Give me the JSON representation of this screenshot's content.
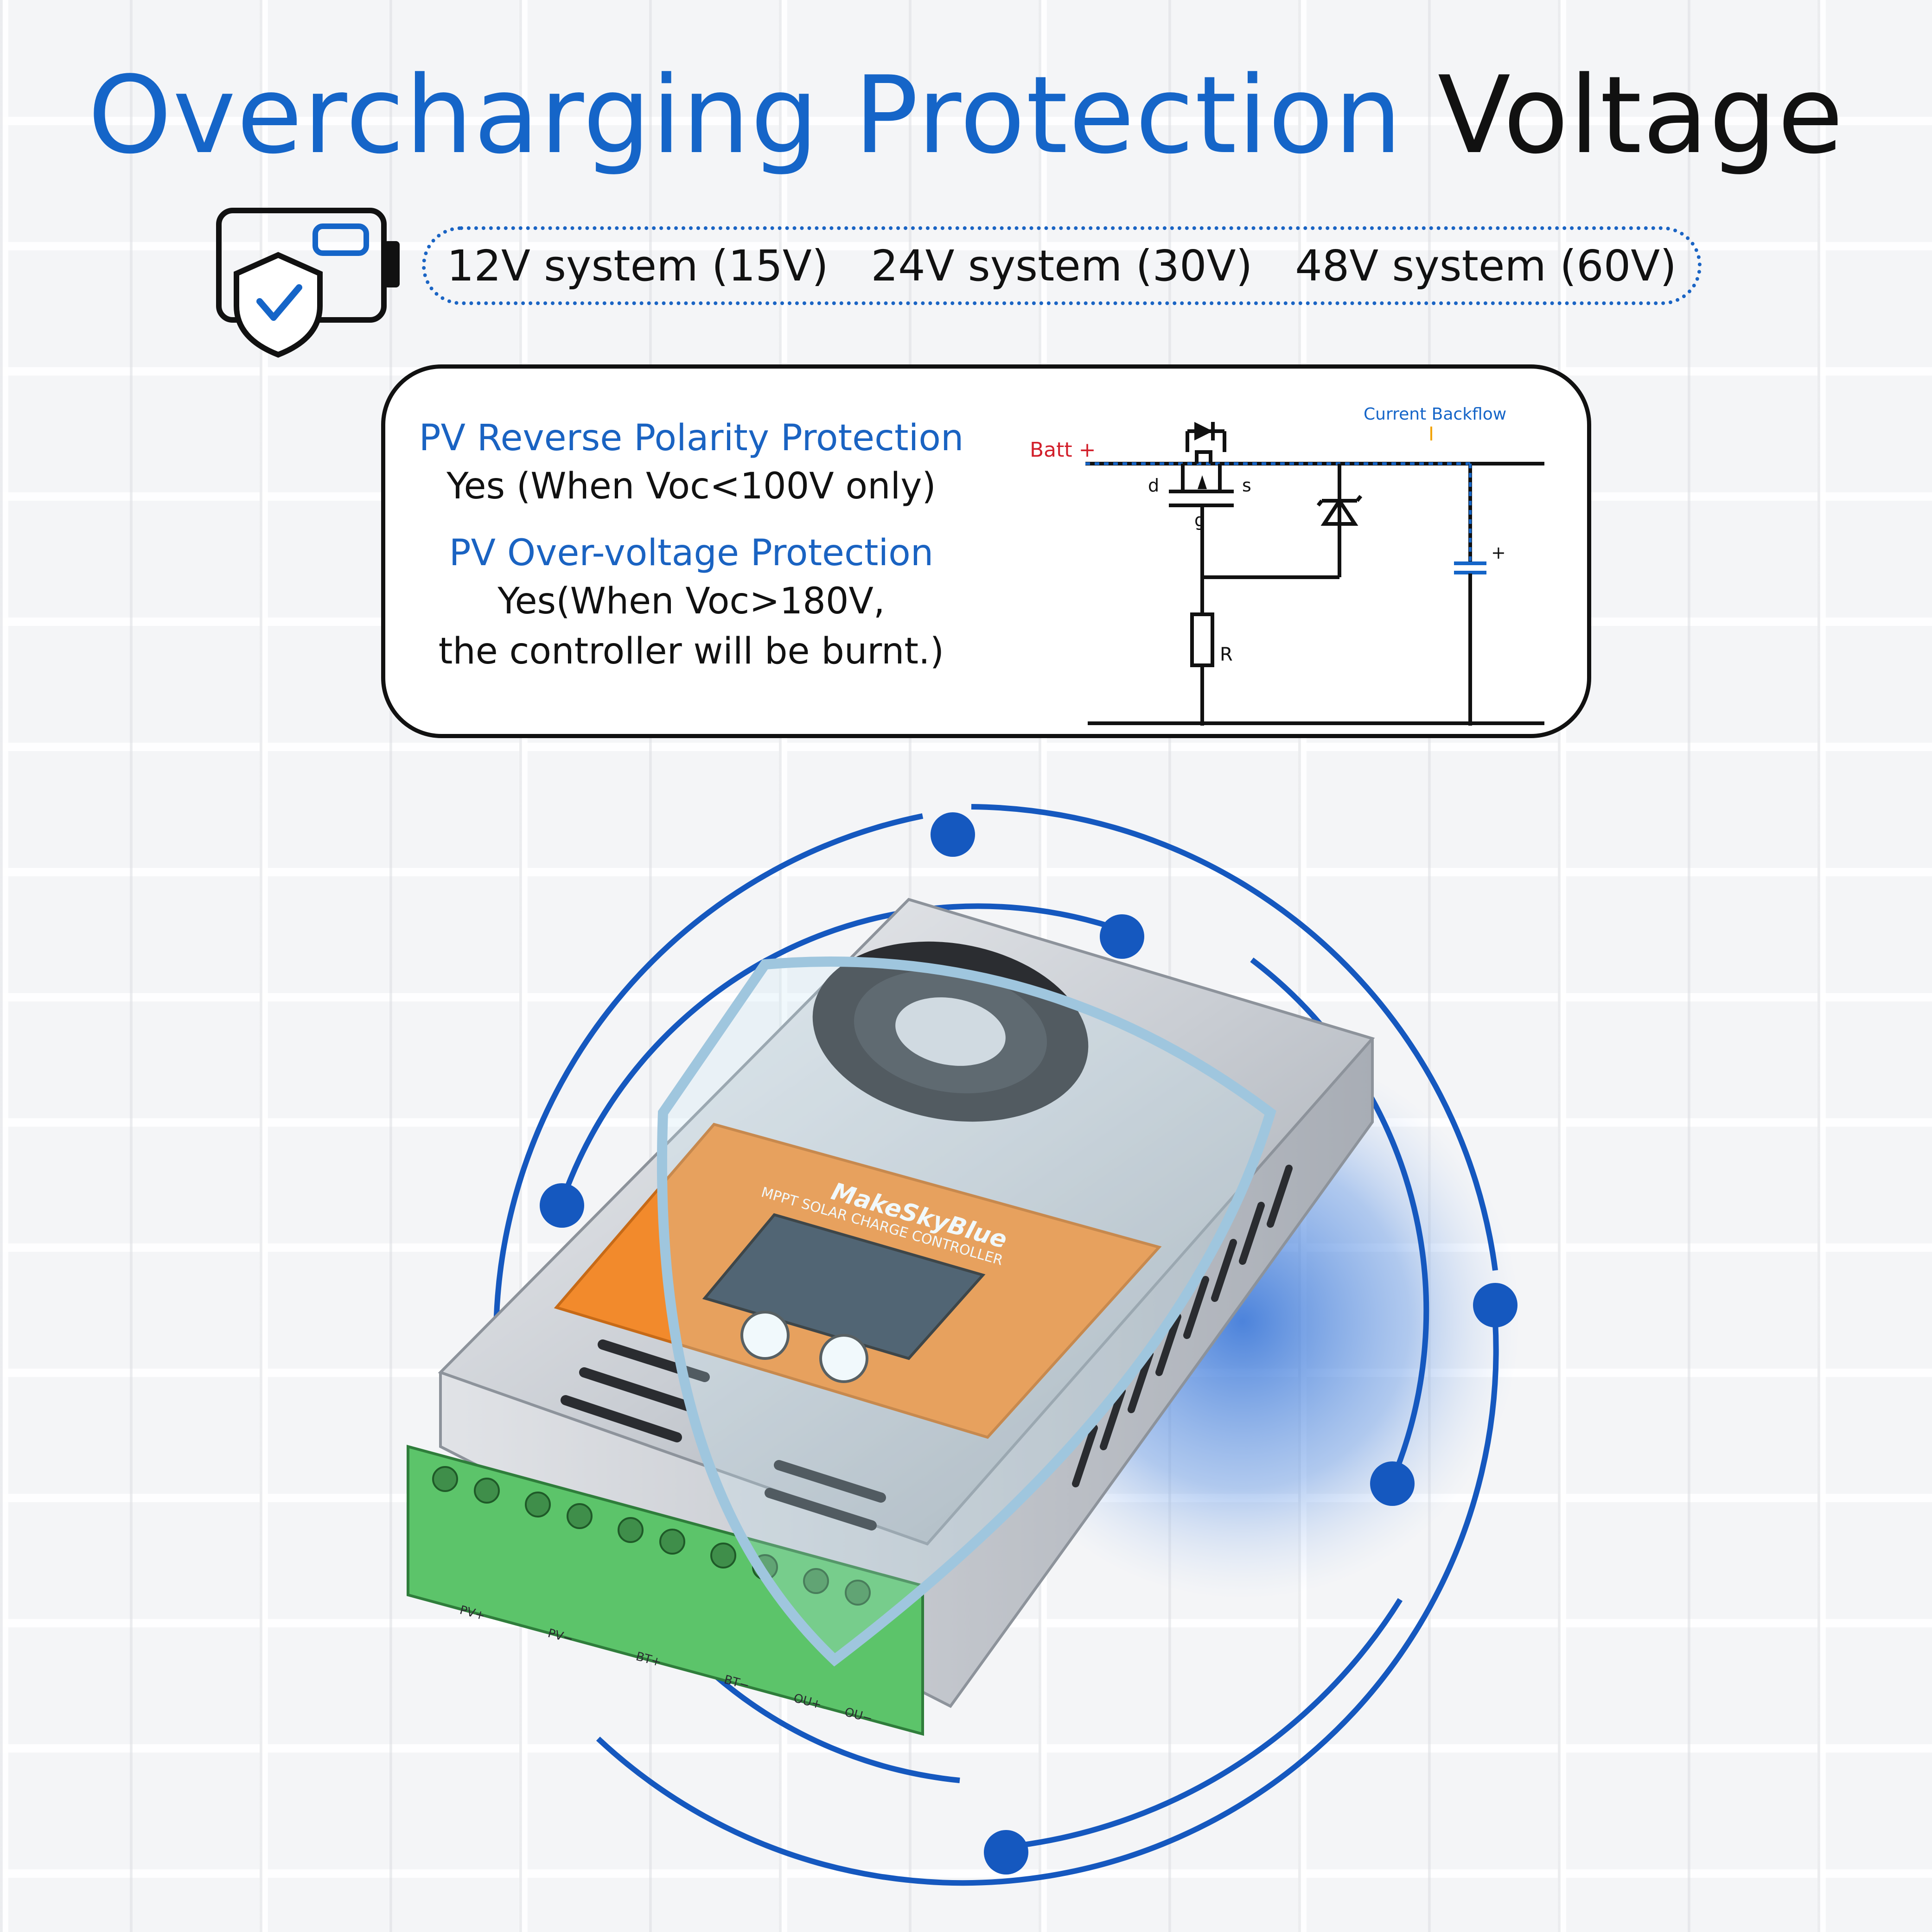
{
  "title": {
    "part1": "Overcharging Protection",
    "part2": "Voltage"
  },
  "voltages": [
    "12V system (15V)",
    "24V system (30V)",
    "48V system (60V)"
  ],
  "protections": [
    {
      "heading": "PV Reverse Polarity Protection",
      "lines": [
        "Yes (When Voc<100V only)"
      ]
    },
    {
      "heading": "PV Over-voltage Protection",
      "lines": [
        "Yes(When Voc>180V,",
        "the controller will be burnt.)"
      ]
    }
  ],
  "circuit": {
    "batt_label": "Batt +",
    "backflow_label": "Current Backflow",
    "d": "d",
    "s": "s",
    "g": "g",
    "r": "R",
    "plus": "+"
  },
  "device": {
    "brand": "MakeSkyBlue",
    "subtitle": "MPPT SOLAR CHARGE CONTROLLER",
    "terminals": [
      "PV+",
      "PV−",
      "BT+",
      "BT−",
      "OU+",
      "OU−"
    ]
  },
  "colors": {
    "accent": "#1565c8",
    "orange": "#f28a2c",
    "terminal": "#5cc46a"
  }
}
